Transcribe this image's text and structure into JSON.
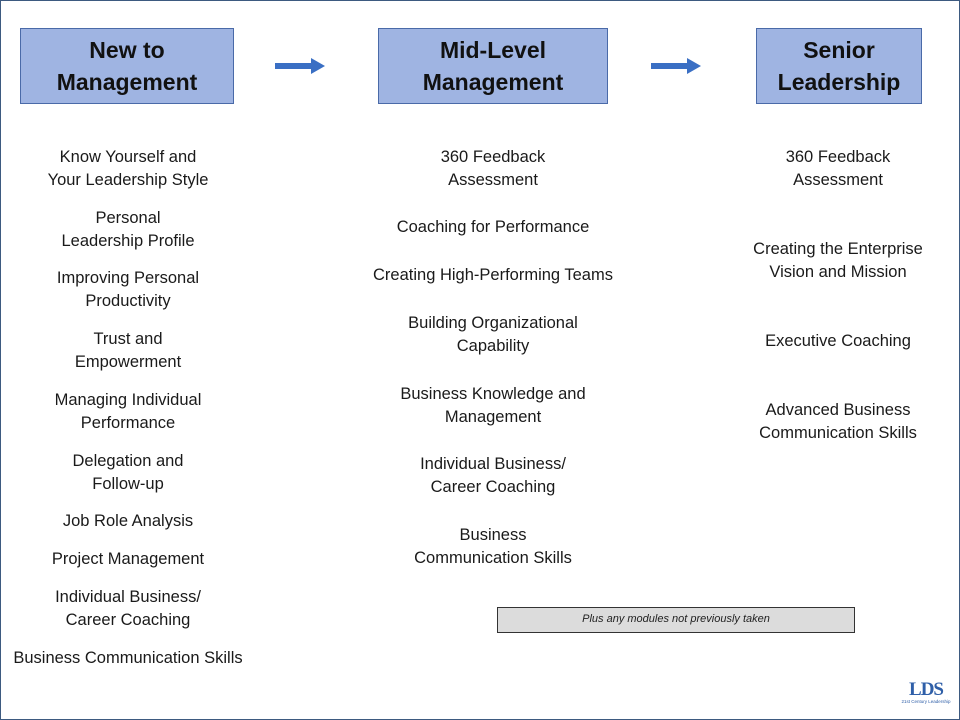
{
  "columns": [
    {
      "header": "New to\nManagement",
      "items": [
        "Know Yourself and\nYour Leadership Style",
        "Personal\nLeadership Profile",
        "Improving Personal\nProductivity",
        "Trust and\nEmpowerment",
        "Managing Individual\nPerformance",
        "Delegation and\nFollow-up",
        "Job Role Analysis",
        "Project Management",
        "Individual Business/\nCareer Coaching",
        "Business Communication Skills"
      ]
    },
    {
      "header": "Mid-Level\nManagement",
      "items": [
        "360 Feedback\nAssessment",
        "Coaching for Performance",
        "Creating High-Performing Teams",
        "Building Organizational\nCapability",
        "Business Knowledge and\nManagement",
        "Individual Business/\nCareer Coaching",
        "Business\nCommunication Skills"
      ]
    },
    {
      "header": "Senior\nLeadership",
      "items": [
        "360 Feedback\nAssessment",
        "Creating the Enterprise\nVision and Mission",
        "Executive Coaching",
        "Advanced Business\nCommunication Skills"
      ]
    }
  ],
  "note": "Plus any modules not previously taken",
  "logo": {
    "text": "LDS",
    "tagline": "21st Century Leadership"
  },
  "colors": {
    "header_fill": "#9fb4e2",
    "header_border": "#4a6aa8",
    "arrow": "#3a6fc4"
  }
}
